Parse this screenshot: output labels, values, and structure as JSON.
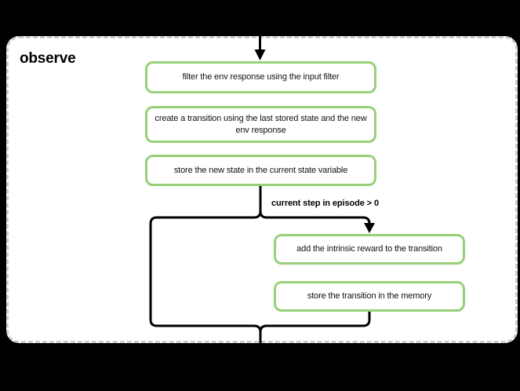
{
  "diagram": {
    "title": "observe",
    "nodes": [
      {
        "id": "filter-env-response",
        "label": "filter the env response using the input filter"
      },
      {
        "id": "create-transition",
        "label": "create a transition using the last stored state and the new env response"
      },
      {
        "id": "store-new-state",
        "label": "store the new state in the current state variable"
      },
      {
        "id": "add-intrinsic-reward",
        "label": "add the intrinsic reward to the transition"
      },
      {
        "id": "store-transition",
        "label": "store the transition in the memory"
      }
    ],
    "condition_label": "current step in episode > 0"
  },
  "colors": {
    "node_border": "#97d077",
    "line": "#000000",
    "card_border": "#cccccc",
    "background": "#000000"
  }
}
